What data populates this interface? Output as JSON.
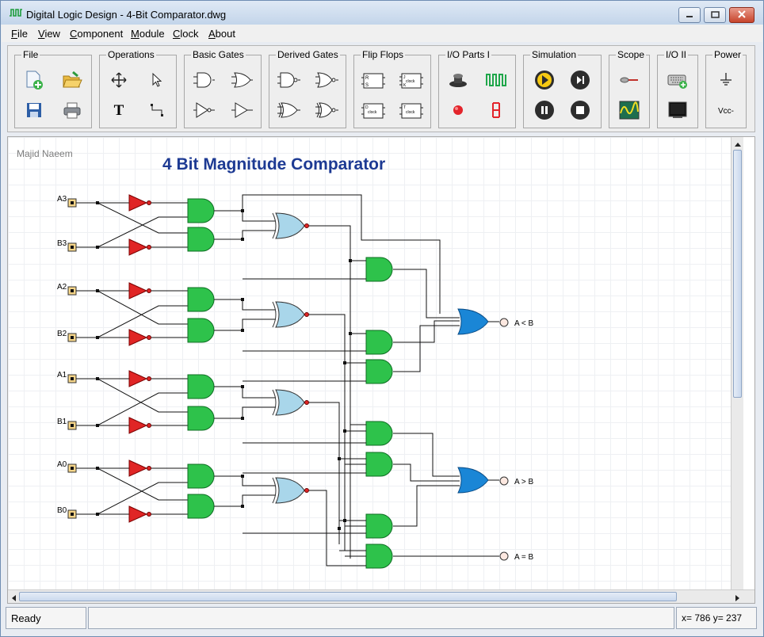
{
  "window": {
    "title": "Digital Logic Design - 4-Bit Comparator.dwg"
  },
  "menu": [
    {
      "mnemonic": "F",
      "rest": "ile"
    },
    {
      "mnemonic": "V",
      "rest": "iew"
    },
    {
      "mnemonic": "C",
      "rest": "omponent"
    },
    {
      "mnemonic": "M",
      "rest": "odule"
    },
    {
      "mnemonic": "C",
      "rest": "lock"
    },
    {
      "mnemonic": "A",
      "rest": "bout"
    }
  ],
  "toolbar": {
    "groups": [
      "File",
      "Operations",
      "Basic Gates",
      "Derived Gates",
      "Flip Flops",
      "I/O Parts I",
      "Simulation",
      "Scope",
      "I/O II",
      "Power"
    ],
    "ff_labels": {
      "rs": [
        "R",
        "S"
      ],
      "jk": [
        "J",
        "K"
      ],
      "clock": "clock",
      "d": "D",
      "t": "T"
    },
    "text_tool": "T",
    "vcc_label": "Vcc"
  },
  "canvas": {
    "author": "Majid Naeem",
    "title": "4 Bit Magnitude Comparator",
    "inputs": [
      "A3",
      "B3",
      "A2",
      "B2",
      "A1",
      "B1",
      "A0",
      "B0"
    ],
    "outputs": [
      "A < B",
      "A > B",
      "A = B"
    ]
  },
  "status": {
    "text": "Ready",
    "coords": "x= 786  y= 237"
  },
  "colors": {
    "and_gate": "#2ec24b",
    "xnor_gate": "#a9d6ea",
    "or_gate": "#1a86d6",
    "not_gate": "#e02525",
    "title_blue": "#1d3a93"
  }
}
